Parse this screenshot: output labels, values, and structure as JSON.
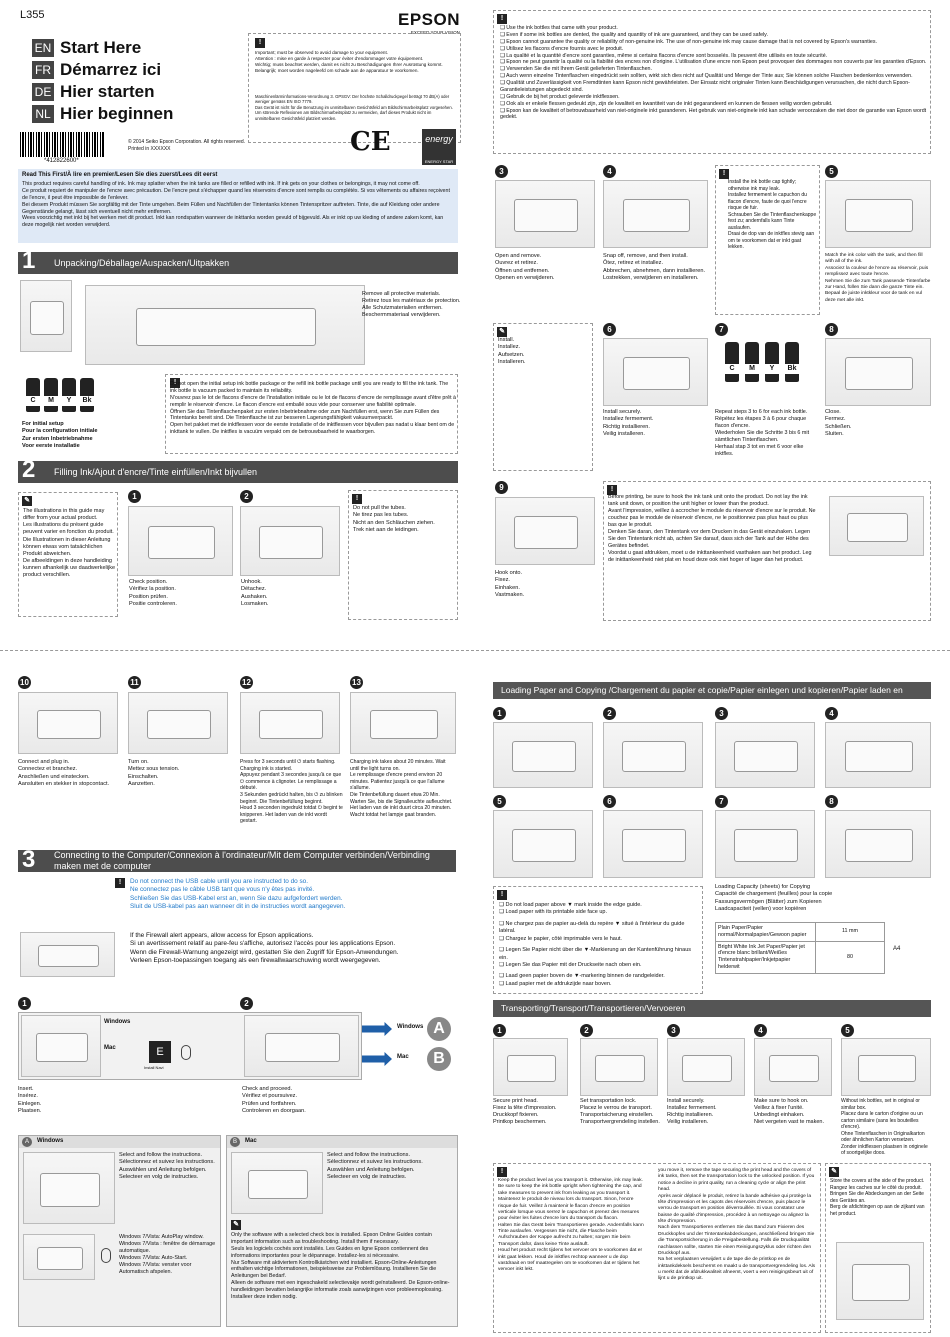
{
  "header": {
    "model": "L355",
    "brand": "EPSON",
    "brand_tagline": "EXCEED YOUR VISION",
    "titles": [
      {
        "lang": "EN",
        "text": "Start Here"
      },
      {
        "lang": "FR",
        "text": "Démarrez ici"
      },
      {
        "lang": "DE",
        "text": "Hier starten"
      },
      {
        "lang": "NL",
        "text": "Hier beginnen"
      }
    ],
    "barcode_number": "*412822600*",
    "copyright": "© 2014 Seiko Epson Corporation. All rights reserved.\nPrinted in XXXXXX",
    "ce_mark": "CE",
    "energy_star": "ENERGY STAR",
    "important": "Important; must be observed to avoid damage to your equipment.\nAttention : mise en garde à respecter pour éviter d'endommager votre équipement.\nWichtig; muss beachtet werden, damit es nicht zu Beschädigungen Ihrer Ausrüstung kommt.\nBelangrijk; moet worden nageleefd om schade aan de apparatuur te voorkomen.",
    "regulation": "Maschinenlärminformations-Verordnung 3. GPSGV: Der höchste Schalldruckpegel beträgt 70 dB(A) oder weniger gemäss EN ISO 7779.\nDas Gerät ist nicht für die Benutzung im unmittelbaren Gesichtsfeld am Bildschirmarbeitsplatz vorgesehen.\nUm störende Reflexionen am Bildschirmarbeitsplatz zu vermeiden, darf dieses Produkt nicht im unmittelbaren Gesichtsfeld platziert werden."
  },
  "read_first": {
    "title": "Read This First/À lire en premier/Lesen Sie dies zuerst/Lees dit eerst",
    "body": "This product requires careful handling of ink. Ink may splatter when the ink tanks are filled or refilled with ink. If ink gets on your clothes or belongings, it may not come off.\nCe produit requiert de manipuler de l'encre avec précaution. De l'encre peut s'échapper quand les réservoirs d'encre sont remplis ou complétés. Si vos vêtements ou affaires reçoivent de l'encre, il peut être impossible de l'enlever.\nBei diesem Produkt müssen Sie sorgfältig mit der Tinte umgehen. Beim Füllen und Nachfüllen der Tintentanks können Tintenspritzer auftreten. Tinte, die auf Kleidung oder andere Gegenstände gelangt, lässt sich eventuell nicht mehr entfernen.\nWees voorzichtig met inkt bij het werken met dit product. Inkt kan rondspatten wanneer de inkttanks worden gevuld of bijgevuld. Als er inkt op uw kleding of andere zaken komt, kan deze mogelijk niet worden verwijderd."
  },
  "section1": {
    "num": "1",
    "title": "Unpacking/Déballage/Auspacken/Uitpakken",
    "remove": "Remove all protective materials.\nRetirez tous les matériaux de protection.\nAlle Schutzmaterialien entfernen.\nBeschermmateriaal verwijderen.",
    "ink_labels": [
      "C",
      "M",
      "Y",
      "Bk"
    ],
    "initial_setup": "For initial setup\nPour la configuration initiale\nZur ersten Inbetriebnahme\nVoor eerste installatie",
    "ink_note": "Do not open the initial setup ink bottle package or the refill ink bottle package until you are ready to fill the ink tank. The ink bottle is vacuum packed to maintain its reliability.\nN'ouvrez pas le lot de flacons d'encre de l'installation initiale ou le lot de flacons d'encre de remplissage avant d'être prêt à remplir le réservoir d'encre. Le flacon d'encre est emballé sous vide pour conserver une fiabilité optimale.\nÖffnen Sie das Tintenflaschenpaket zur ersten Inbetriebnahme oder zum Nachfüllen erst, wenn Sie zum Füllen des Tintentanks bereit sind. Die Tintenflasche ist zur besseren Lagerungsfähigkeit vakuumverpackt.\nOpen het pakket met de inktflessen voor de eerste installatie of de inktflessen voor bijvullen pas nadat u klaar bent om de inkttank te vullen. De inktfles is vacuüm verpakt om de betrouwbaarheid te waarborgen."
  },
  "section2": {
    "num": "2",
    "title": "Filling Ink/Ajout d'encre/Tinte einfüllen/Inkt bijvullen",
    "illustrations": "The illustrations in this guide may differ from your actual product.\nLes illustrations du présent guide peuvent varier en fonction du produit.\nDie Illustrationen in dieser Anleitung können etwas vom tatsächlichen Produkt abweichen.\nDe afbeeldingen in deze handleiding kunnen afhankelijk uw daadwerkelijke product verschillen.",
    "step1": "Check position.\nVérifiez la position.\nPosition prüfen.\nPositie controleren.",
    "step2": "Unhook.\nDétachez.\nAushaken.\nLosmaken.",
    "tubes": "Do not pull the tubes.\nNe tirez pas les tubes.\nNicht an den Schläuchen ziehen.\nTrek niet aan de leidingen."
  },
  "right_top": {
    "genuine": [
      "Use the ink bottles that came with your product.",
      "Even if some ink bottles are dented, the quality and quantity of ink are guaranteed, and they can be used safely.",
      "Epson cannot guarantee the quality or reliability of non-genuine ink. The use of non-genuine ink may cause damage that is not covered by Epson's warranties.",
      "Utilisez les flacons d'encre fournis avec le produit.",
      "La qualité et la quantité d'encre sont garanties, même si certains flacons d'encre sont bosselés. Ils peuvent être utilisés en toute sécurité.",
      "Epson ne peut garantir la qualité ou la fiabilité des encres non d'origine. L'utilisation d'une encre non Epson peut provoquer des dommages non couverts par les garanties d'Epson.",
      "Verwenden Sie die mit Ihrem Gerät gelieferten Tintenflaschen.",
      "Auch wenn einzelne Tintenflaschen eingedrückt sein sollten, wirkt sich dies nicht auf Qualität und Menge der Tinte aus; Sie können solche Flaschen bedenkenlos verwenden.",
      "Qualität und Zuverlässigkeit von Fremdtinten kann Epson nicht gewährleisten. Der Einsatz nicht originaler Tinten kann Beschädigungen verursachen, die nicht durch Epson-Garantieleistungen abgedeckt sind.",
      "Gebruik de bij het product geleverde inktflessen.",
      "Ook als er enkele flessen gedeukt zijn, zijn de kwaliteit en kwantiteit van de inkt gegarandeerd en kunnen de flessen veilig worden gebruikt.",
      "Epson kan de kwaliteit of betrouwbaarheid van niet-originele inkt garanderen. Het gebruik van niet-originele inkt kan schade veroorzaken die niet door de garantie van Epson wordt gedekt."
    ],
    "step3": "Open and remove.\nOuvrez et retirez.\nÖffnen und entfernen.\nOpenen en verwijderen.",
    "step4": "Snap off, remove, and then install.\nÔtez, retirez et installez.\nAbbrechen, abnehmen, dann installieren.\nLostrekken, verwijderen en installeren.",
    "cap_note": "Install the ink bottle cap tightly; otherwise ink may leak.\nInstallez fermement le capuchon du flacon d'encre, faute de quoi l'encre risque de fuir.\nSchrauben Sie die Tintenflaschenkappe fest zu; andernfalls kann Tinte auslaufen.\nDraai de dop van de inktfles stevig aan om te voorkomen dat er inkt gaat lekken.",
    "step5": "Match the ink color with the tank, and then fill with all of the ink.\nAssociez la couleur de l'encre au réservoir, puis remplissez avec toute l'encre.\nNehmen Sie die zum Tank passende Tintenfarbe zur Hand, füllen Sie dann die ganze Tinte ein.\nBepaal de juiste inktkleur voor de tank en vul deze met alle inkt.",
    "install": "Install.\nInstallez.\nAufsetzen.\nInstalleren.",
    "step6": "Install securely.\nInstallez fermement.\nRichtig installieren.\nVeilig installeren.",
    "step7": "Repeat steps 3 to 6 for each ink bottle.\nRépétez les étapes 3 à 6 pour chaque flacon d'encre.\nWiederholen Sie die Schritte 3 bis 6 mit sämtlichen Tintenflaschen.\nHerhaal stap 3 tot en met 6 voor elke inktfles.",
    "step8": "Close.\nFermez.\nSchließen.\nSluiten.",
    "step9": "Hook onto.\nFixez.\nEinhaken.\nVastmaken.",
    "hook_note": "Before printing, be sure to hook the ink tank unit onto the product. Do not lay the ink tank unit down, or position the unit higher or lower than the product.\nAvant l'impression, veillez à accrocher le module du réservoir d'encre sur le produit. Ne couchez pas le module de réservoir d'encre, ne le positionnez pas plus haut ou plus bas que le produit.\nDenken Sie daran, den Tintentank vor dem Drucken in das Gerät einzuhaken. Legen Sie den Tintentank nicht ab, achten Sie darauf, dass sich der Tank auf der Höhe des Gerätes befindet.\nVoordat u gaat afdrukken, moet u de inkttankeenheid vasthaken aan het product. Leg de inkttankeenheid niet plat en houd deze ook niet hoger of lager dan het product."
  },
  "bottom_left": {
    "step10": "Connect and plug in.\nConnectez et branchez.\nAnschließen und einstecken.\nAansluiten en stekker in stopcontact.",
    "step11": "Turn on.\nMettez sous tension.\nEinschalten.\nAanzetten.",
    "step12": "Press for 3 seconds until ⏻ starts flashing. Charging ink is started.\nAppuyez pendant 3 secondes jusqu'à ce que ⏻ commence à clignoter. Le remplissage a débuté.\n3 Sekunden gedrückt halten, bis ⏻ zu blinken beginnt. Die Tintenbefüllung beginnt.\nHoud 3 seconden ingedrukt totdat ⏻ begint te knipperen. Het laden van de inkt wordt gestart.",
    "step13": "Charging ink takes about 20 minutes. Wait until the light turns on.\nLe remplissage d'encre prend environ 20 minutes. Patientez jusqu'à ce que l'allume s'allume.\nDie Tintenbefüllung dauert etwa 20 Min. Warten Sie, bis die Signalleuchte aufleuchtet.\nHet laden van de inkt duurt circa 20 minuten. Wacht totdat het lampje gaat branden.",
    "sec3_num": "3",
    "sec3_title": "Connecting to the Computer/Connexion à l'ordinateur/Mit dem Computer verbinden/Verbinding maken met de computer",
    "usb": "Do not connect the USB cable until you are instructed to do so.\nNe connectez pas le câble USB tant que vous n'y êtes pas invité.\nSchließen Sie das USB-Kabel erst an, wenn Sie dazu aufgefordert werden.\nSluit de USB-kabel pas aan wanneer dit in de instructies wordt aangegeven.",
    "firewall": "If the Firewall alert appears, allow access for Epson applications.\nSi un avertissement relatif au pare-feu s'affiche, autorisez l'accès pour les applications Epson.\nWenn die Firewall-Warnung angezeigt wird, gestatten Sie den Zugriff für Epson-Anwendungen.\nVerleen Epson-toepassingen toegang als een firewallwaarschuwing wordt weergegeven.",
    "win_label": "Windows",
    "mac_label": "Mac",
    "cd_label": "Install Navi",
    "insert": "Insert.\nInsérez.\nEinlegen.\nPlaatsen.",
    "check": "Check and proceed.\nVérifiez et poursuivez.\nPrüfen und fortfahren.\nControleren en doorgaan.",
    "letterA": "A",
    "letterB": "B",
    "panelA_title": "Windows",
    "panelB_title": "Mac",
    "select_follow": "Select and follow the instructions.\nSélectionnez et suivez les instructions.\nAuswählen und Anleitung befolgen.\nSelecteer en volg de instructies.",
    "select_follow_mac": "Select and follow the instructions.\nSélectionnez et suivez les instructions.\nAuswählen und Anleitung befolgen.\nSelecteer en volg de instructies.",
    "autoplay": "Windows 7/Vista: AutoPlay window.\nWindows 7/Vista : fenêtre de démarrage automatique.\nWindows 7/Vista: Auto-Start.\nWindows 7/Vista: venster voor Automatisch afspelen.",
    "online_guides": "Only the software with a selected check box is installed. Epson Online Guides contain important information such as troubleshooting. Install them if necessary.\nSeuls les logiciels cochés sont installés. Les Guides en ligne Epson contiennent des informations importantes pour le dépannage. Installez-les si nécessaire.\nNur Software mit aktiviertem Kontrollkästchen wird installiert. Epson-Online-Anleitungen enthalten wichtige Informationen, beispielsweise zur Problemlösung. Installieren Sie die Anleitungen bei Bedarf.\nAlleen de software met een ingeschakeld selectievakje wordt geïnstalleerd. De Epson-online-handleidingen bevatten belangrijke informatie zoals aanwijzingen voor probleemoplossing. Installeer deze indien nodig."
  },
  "bottom_right": {
    "loading_title": "Loading Paper and Copying /Chargement du papier et copie/Papier einlegen und kopieren/Papier laden en kopiëren",
    "paper_notes": [
      "Do not load paper above ▼ mark inside the edge guide.",
      "Load paper with its printable side face up.",
      "Ne chargez pas de papier au-delà du repère ▼ situé à l'intérieur du guide latéral.",
      "Chargez le papier, côté imprimable vers le haut.",
      "Legen Sie Papier nicht über die ▼-Markierung an der Kantenführung hinaus ein.",
      "Legen Sie das Papier mit der Druckseite nach oben ein.",
      "Laad geen papier boven de ▼-markering binnen de randgeleider.",
      "Laad papier met de afdrukzijde naar boven."
    ],
    "capacity_title": "Loading Capacity (sheets) for Copying\nCapacité de chargement (feuilles) pour la copie\nFassungsvermögen (Blätter) zum Kopieren\nLaadcapaciteit (vellen) voor kopiëren",
    "table": [
      {
        "paper": "Plain Paper/Papier normal/Normalpapier/Gewoon papier",
        "value": "11 mm"
      },
      {
        "paper": "Bright White Ink Jet Paper/Papier jet d'encre blanc brillant/Weißes Tintenstrahlpapier/Inkjetpapier helderwit",
        "value": "80"
      }
    ],
    "table_size": "A4",
    "transport_title": "Transporting/Transport/Transportieren/Vervoeren",
    "t1": "Secure print head.\nFixez la tête d'impression.\nDruckkopf fixieren.\nPrintkop beschermen.",
    "t2": "Set transportation lock.\nPlacez le verrou de transport.\nTransportsicherung einstellen.\nTransportvergrendeling instellen.",
    "t3": "Install securely.\nInstallez fermement.\nRichtig installieren.\nVeilig installeren.",
    "t4": "Make sure to hook on.\nVeillez à fixer l'unité.\nUnbedingt einhaken.\nNiet vergeten vast te maken.",
    "t5": "Without ink bottles, set in original or similar box.\nPlacez dans le carton d'origine ou un carton similaire (sans les bouteilles d'encre).\nOhne Tintenflaschen in Originalkarton oder ähnlichen Karton versetzen.\nZonder inktflessen plaatsen in originele of soortgelijke doos.",
    "level_note": "Keep the product level as you transport it. Otherwise, ink may leak. Be sure to keep the ink bottle upright when tightening the cap, and take measures to prevent ink from leaking as you transport it.\nMaintenez le produit de niveau lors du transport. Sinon, l'encre risque de fuir. Veillez à maintenir le flacon d'encre en position verticale lorsque vous serrez le capuchon et prenez des mesures pour éviter les fuites d'encre lors du transport du flacon.\nHalten Sie das Gerät beim Transportieren gerade. Andernfalls kann Tinte auslaufen. Vergessen Sie nicht, die Flasche beim Aufschrauben der Kappe aufrecht zu halten; sorgen Sie beim Transport dafür, dass keine Tinte ausläuft.\nHoud het product recht tijdens het vervoer om te voorkomen dat er inkt gaat lekken. Houd de inktfles rechtop wanneer u de dop vastdraait en tref maatregelen om te voorkomen dat er tijdens het vervoer inkt lekt.",
    "after_note": "you move it, remove the tape securing the print head and the covers of ink tanks, then set the transportation lock to the unlocked position. If you notice a decline in print quality, run a cleaning cycle or align the print head.\nAprès avoir déplacé le produit, retirez la bande adhésive qui protège la tête d'impression et les capots des réservoirs d'encre, puis placez le verrou de transport en position déverrouillée. Si vous constatez une baisse de qualité d'impression, procédez à un nettoyage ou alignez la tête d'impression.\nNach dem Transportieren entfernen Sie das Band zum Fixieren des Druckkopfes und der Tintentankabdeckungen, anschließend bringen Sie die Transportsicherung in die Freigabestellung. Falls die Druckqualität nachlassen sollte, starten Sie einen Reinigungszyklus oder richten den Druckkopf aus.\nNa het verplaatsen verwijdert u de tape die de printkop en de inkttankdeksels beschermt en maakt u de transportvergrendeling los. Als u merkt dat de afdrukkwaliteit afneemt, voert u een reinigingsbeurt uit of lijnt u de printkop uit.",
    "store_note": "Store the covers at the side of the product.\nRangez les caches sur le côté du produit.\nBringen Sie die Abdeckungen an der Seite des Gerätes an.\nBerg de afdichtingen op aan de zijkant van het product."
  },
  "colors": {
    "band": "#4d4d4d",
    "note_bg": "#dfe9f6",
    "accent_blue": "#1f78c8",
    "arrow": "#1f5fa8"
  }
}
